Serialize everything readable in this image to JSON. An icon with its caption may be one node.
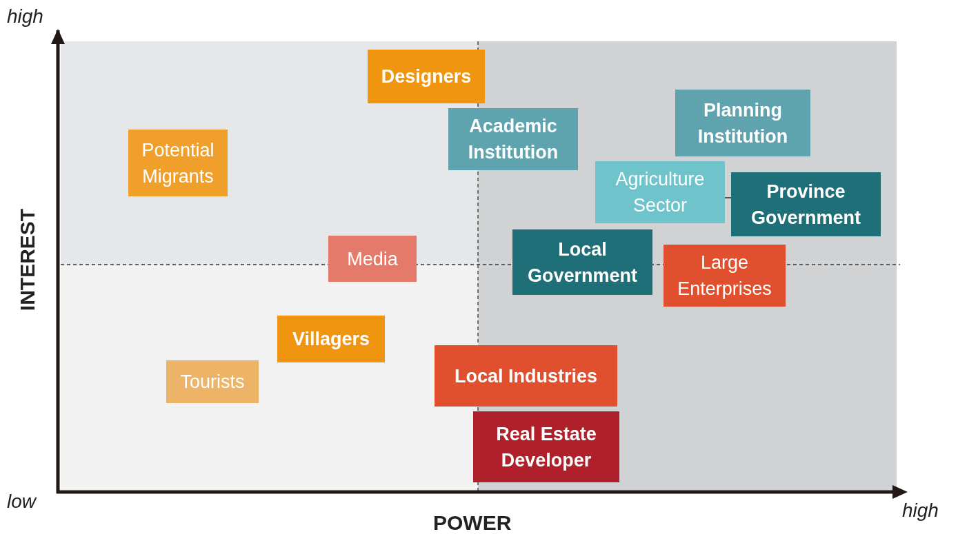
{
  "diagram": {
    "nodes": [
      {
        "text": [
          "Designers"
        ]
      },
      {
        "text": [
          "Academic Institution"
        ]
      },
      {
        "text": [
          "Planning Institution"
        ]
      },
      {
        "text": [
          "Potential Migrants"
        ]
      },
      {
        "text": [
          "Agriculture Sector"
        ]
      },
      {
        "text": [
          "Province Government"
        ]
      },
      {
        "text": [
          "Media"
        ]
      },
      {
        "text": [
          "Local Government"
        ]
      },
      {
        "text": [
          "Large Enterprises"
        ]
      },
      {
        "text": [
          "Villagers"
        ]
      },
      {
        "text": [
          "Tourists"
        ]
      },
      {
        "text": [
          "Local Industries"
        ]
      },
      {
        "text": [
          "Real Estate Developer"
        ]
      }
    ],
    "edges": [
      {
        "from": 4,
        "to": 5,
        "arrow": "none"
      }
    ],
    "labels": [
      "high",
      "INTEREST",
      "low",
      "POWER",
      "high"
    ]
  }
}
